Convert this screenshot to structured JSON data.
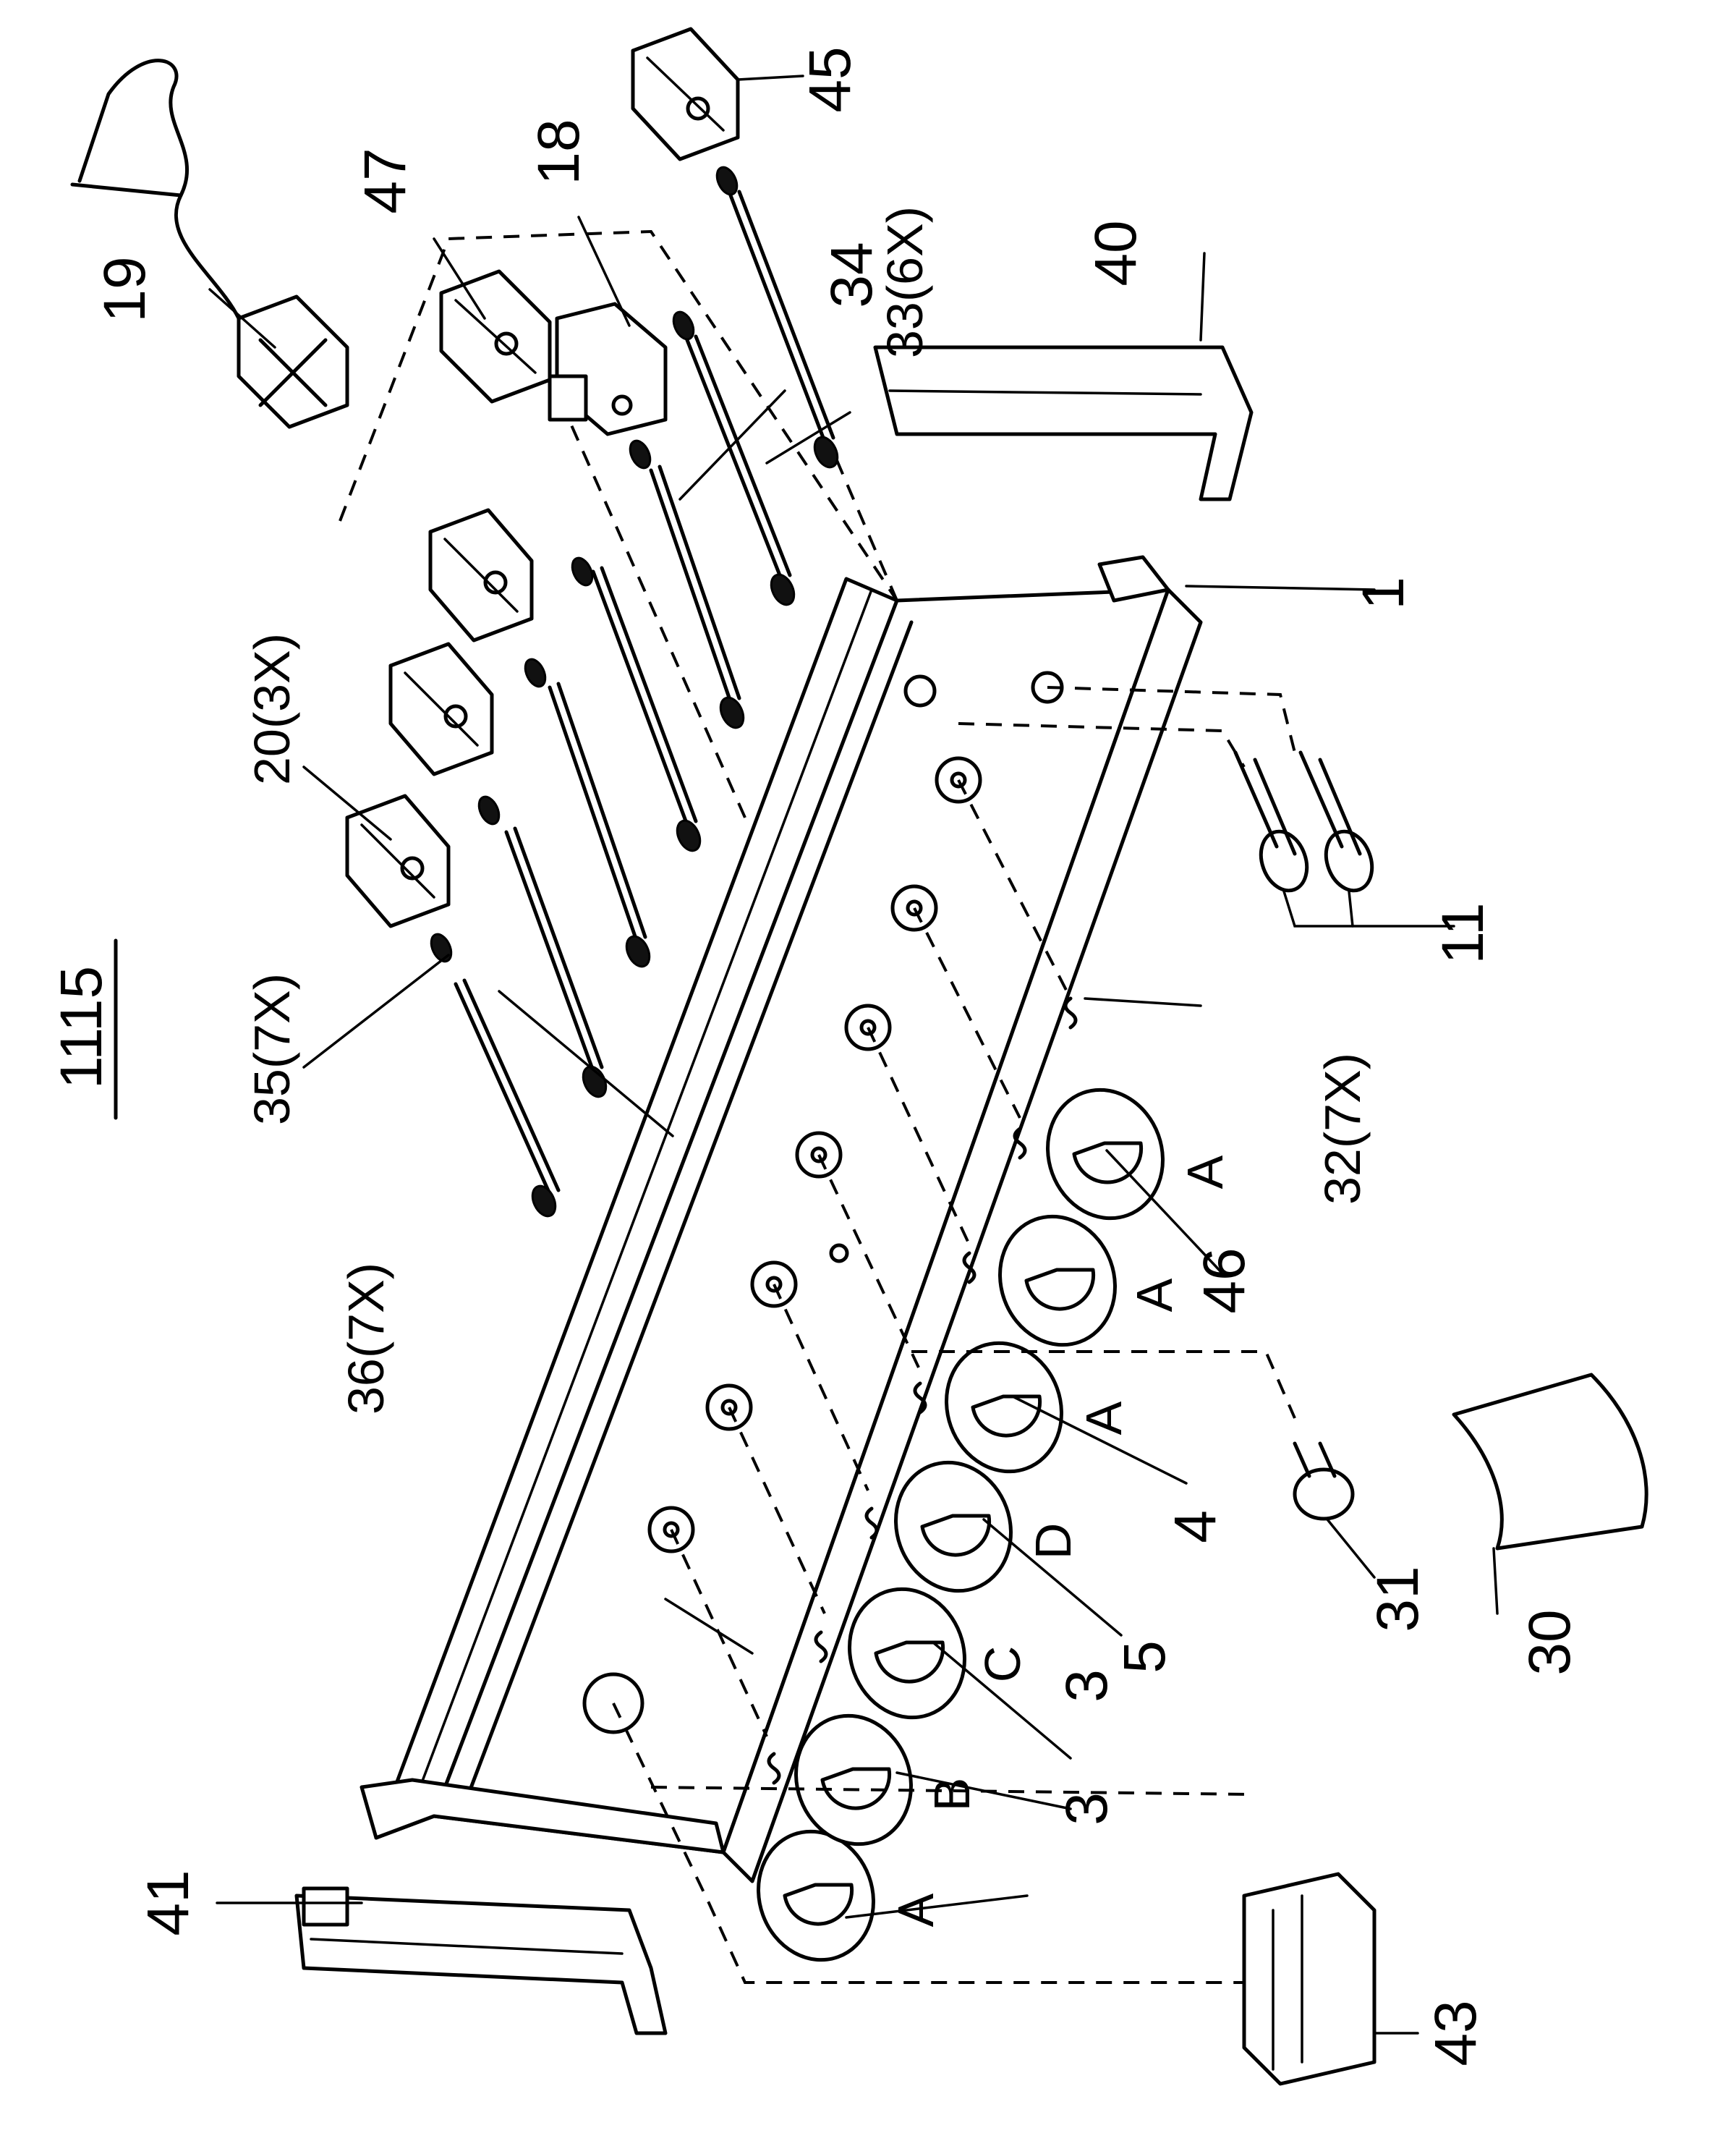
{
  "drawing_number": "1115",
  "labels": {
    "p1": "1",
    "p3a": "3",
    "p3b": "3",
    "p4": "4",
    "p5": "5",
    "p11": "11",
    "p18": "18",
    "p19": "19",
    "p20": "20(3X)",
    "p30": "30",
    "p31": "31",
    "p32": "32(7X)",
    "p33": "33(6X)",
    "p34": "34",
    "p35": "35(7X)",
    "p36": "36(7X)",
    "p40": "40",
    "p41": "41",
    "p43": "43",
    "p45": "45",
    "p46": "46",
    "p47": "47"
  },
  "knob_letters": {
    "k1": "A",
    "k2": "B",
    "k3": "C",
    "k4": "D",
    "k5": "A",
    "k6": "A",
    "k7": "A"
  }
}
